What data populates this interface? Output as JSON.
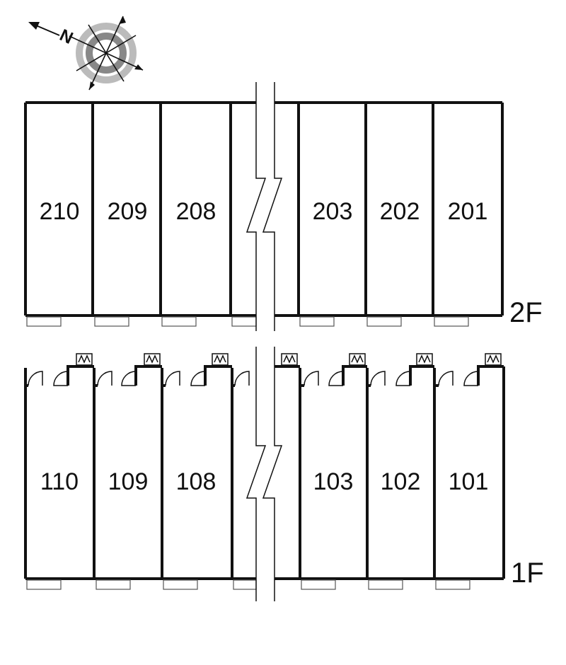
{
  "compass": {
    "north_label": "N",
    "icon": "compass-rose-icon"
  },
  "floors": [
    {
      "label": "2F",
      "units": [
        "210",
        "209",
        "208",
        "203",
        "202",
        "201"
      ]
    },
    {
      "label": "1F",
      "units": [
        "110",
        "109",
        "108",
        "103",
        "102",
        "101"
      ]
    }
  ]
}
